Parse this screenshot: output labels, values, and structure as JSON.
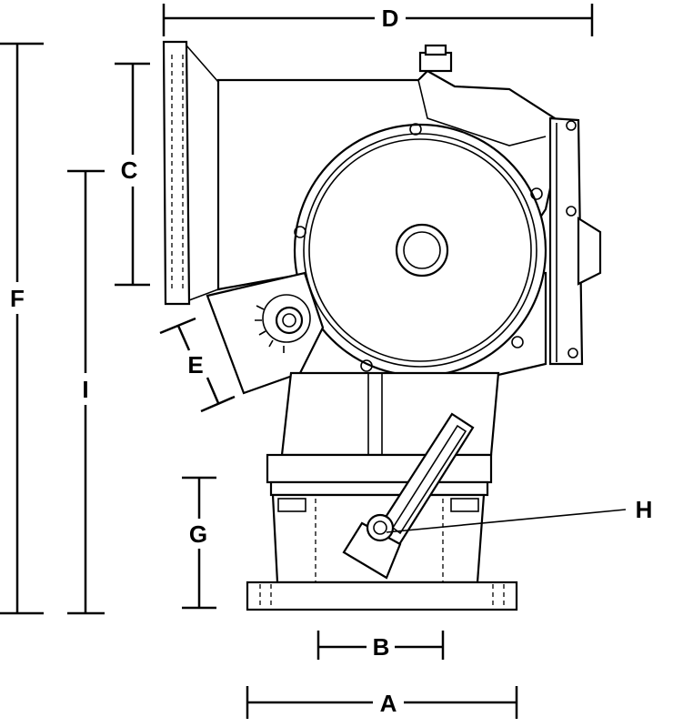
{
  "labels": {
    "A": "A",
    "B": "B",
    "C": "C",
    "D": "D",
    "E": "E",
    "F": "F",
    "G": "G",
    "H": "H",
    "I": "I"
  },
  "colors": {
    "line": "#000000",
    "background": "#ffffff"
  }
}
